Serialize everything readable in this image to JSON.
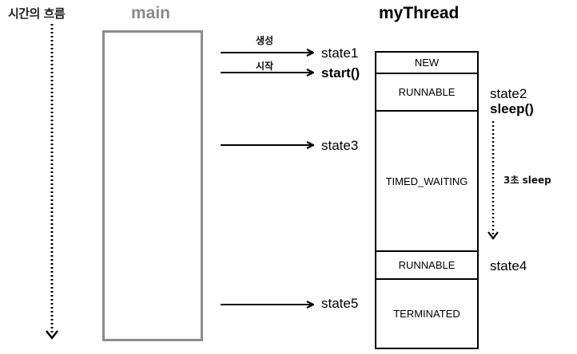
{
  "time_label": "시간의 흐름",
  "main_title": "main",
  "thread_title": "myThread",
  "states": [
    "NEW",
    "RUNNABLE",
    "TIMED_WAITING",
    "RUNNABLE",
    "TERMINATED"
  ],
  "arrows": {
    "create": {
      "above": "생성",
      "target": "state1"
    },
    "start": {
      "above": "시작",
      "target": "start()"
    },
    "a3": {
      "target": "state3"
    },
    "a5": {
      "target": "state5"
    }
  },
  "right_labels": {
    "state2": "state2",
    "sleep_call": "sleep()",
    "sleep_note": "3초 sleep",
    "state4": "state4"
  }
}
